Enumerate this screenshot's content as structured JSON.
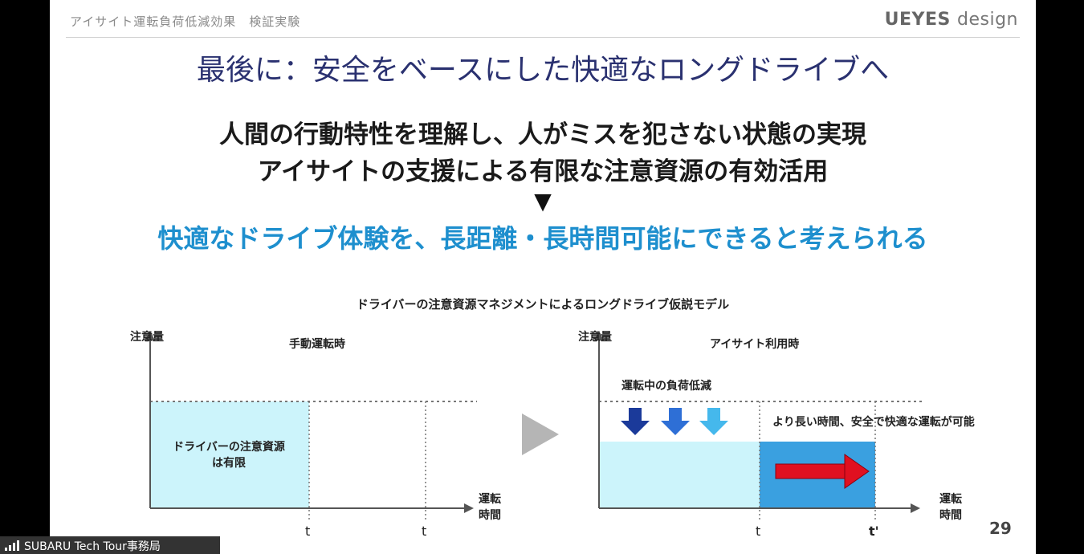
{
  "header": {
    "title": "アイサイト運転負荷低減効果　検証実験",
    "logo_main": "UEYES",
    "logo_sub": "design"
  },
  "title": "最後に：安全をベースにした快適なロングドライブへ",
  "messages": [
    "人間の行動特性を理解し、人がミスを犯さない状態の実現",
    "アイサイトの支援による有限な注意資源の有効活用"
  ],
  "arrow_glyph": "▼",
  "conclusion": "快適なドライブ体験を、長距離・長時間可能にできると考えられる",
  "model": {
    "title": "ドライバーの注意資源マネジメントによるロングドライブ仮説モデル",
    "left": {
      "ylabel": "注意量",
      "heading": "手動運転時",
      "area_label_1": "ドライバーの注意資源",
      "area_label_2": "は有限",
      "xlabel_1": "運転",
      "xlabel_2": "時間",
      "ticks": [
        "t",
        "t"
      ]
    },
    "right": {
      "ylabel": "注意量",
      "heading": "アイサイト利用時",
      "load_label": "運転中の負荷低減",
      "benefit_label": "より長い時間、安全で快適な運転が可能",
      "xlabel_1": "運転",
      "xlabel_2": "時間",
      "ticks": [
        "t",
        "t'"
      ]
    }
  },
  "colors": {
    "title": "#2a3170",
    "conclusion": "#1e8fce",
    "area_fill": "#ccf4fb",
    "extended_fill": "#3aa0e0",
    "red_arrow": "#e01020",
    "down_arrow_1": "#1b3a9a",
    "down_arrow_2": "#2e6fd6",
    "down_arrow_3": "#45b8ec"
  },
  "page_number": "29",
  "footer": {
    "label": "SUBARU Tech Tour事務局",
    "icon": "signal-bars-icon"
  }
}
